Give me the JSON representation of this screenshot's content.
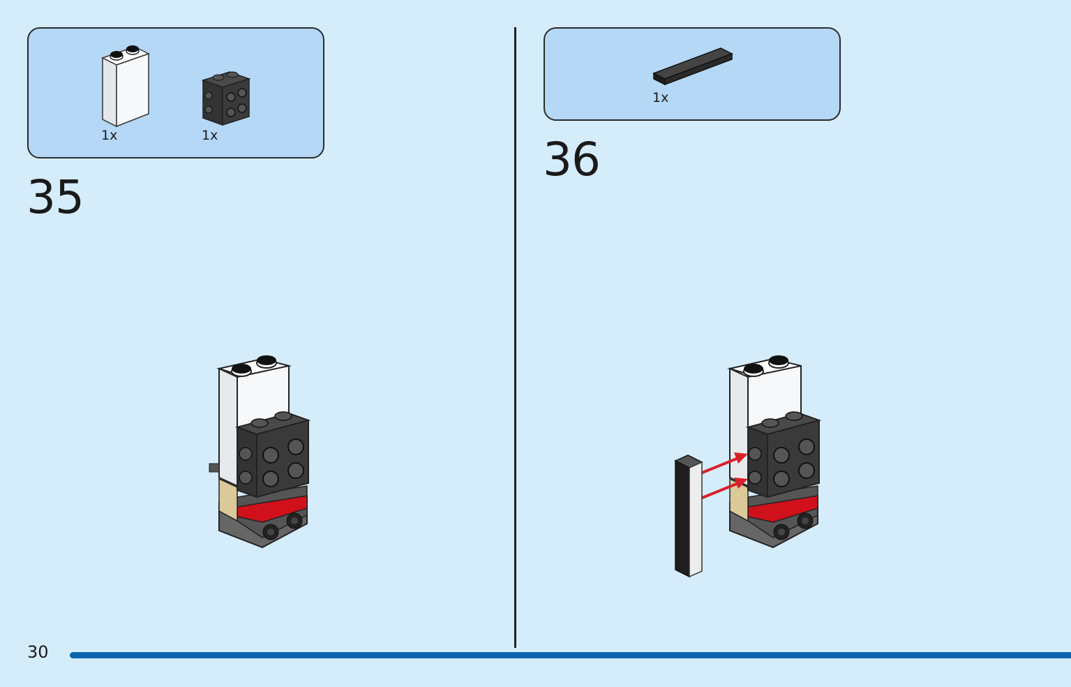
{
  "steps": [
    {
      "number": "35",
      "parts": [
        {
          "qty": "1x",
          "icon": "white-brick-1x2x2-icon"
        },
        {
          "qty": "1x",
          "icon": "dark-gray-brick-studs-on-side-icon"
        }
      ]
    },
    {
      "number": "36",
      "parts": [
        {
          "qty": "1x",
          "icon": "black-tile-1x4-icon"
        }
      ]
    }
  ],
  "page": {
    "number": "30"
  },
  "colors": {
    "background": "#d5ecfb",
    "parts_box": "#b4d8f6",
    "progress_bar": "#0a64ad",
    "arrow": "#d8202a",
    "brick_white": "#f6f8f9",
    "brick_dark_gray": "#3a3a3a",
    "brick_red": "#d0101a",
    "brick_tan": "#dbc99a",
    "brick_black": "#1e1e1e"
  }
}
